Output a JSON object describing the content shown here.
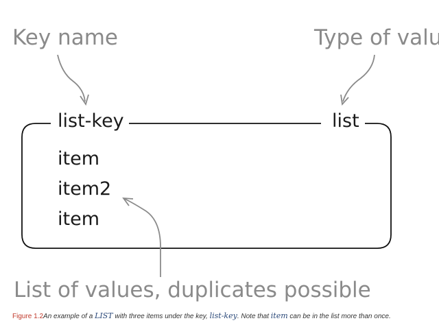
{
  "annotations": {
    "key_name": "Key name",
    "type_of_values": "Type of valu",
    "list_of_values": "List of values, duplicates possible"
  },
  "box": {
    "key": "list-key",
    "type": "list",
    "items": [
      "item",
      "item2",
      "item"
    ]
  },
  "caption": {
    "figure_number": "Figure 1.2",
    "text_1": "An example of a ",
    "code_1": "LIST",
    "text_2": " with three items under the key, ",
    "code_2": "list-key",
    "text_3": ". Note that ",
    "code_3": "item",
    "text_4": " can be in the list more than once."
  }
}
